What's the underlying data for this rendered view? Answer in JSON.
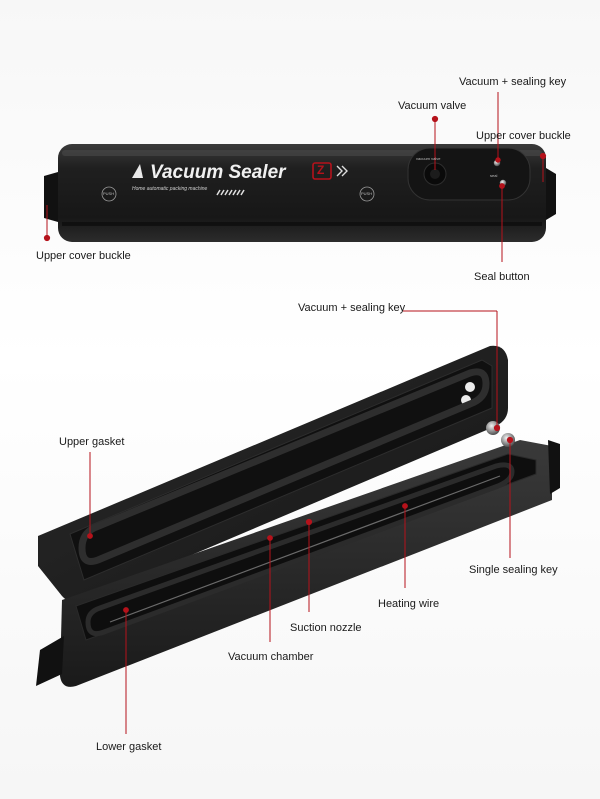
{
  "product": {
    "brand_text": "Vacuum Sealer",
    "brand_badge": "Z",
    "subtitle": "Home automatic packing machine",
    "left_button_text": "PUSH",
    "right_button_text": "PUSH",
    "panel_text_vacuum": "vacuum valve",
    "panel_text_seal": "seal"
  },
  "top_callouts": {
    "vacuum_sealing_key": "Vacuum + sealing key",
    "vacuum_valve": "Vacuum valve",
    "upper_cover_buckle_right": "Upper cover buckle",
    "upper_cover_buckle_left": "Upper cover buckle",
    "seal_button": "Seal button"
  },
  "bottom_callouts": {
    "vacuum_sealing_key": "Vacuum + sealing key",
    "upper_gasket": "Upper gasket",
    "single_sealing_key": "Single sealing key",
    "heating_wire": "Heating wire",
    "suction_nozzle": "Suction nozzle",
    "vacuum_chamber": "Vacuum chamber",
    "lower_gasket": "Lower gasket"
  },
  "colors": {
    "marker_red": "#b5121b",
    "body_black": "#1e1e1e",
    "background": "#ffffff"
  }
}
